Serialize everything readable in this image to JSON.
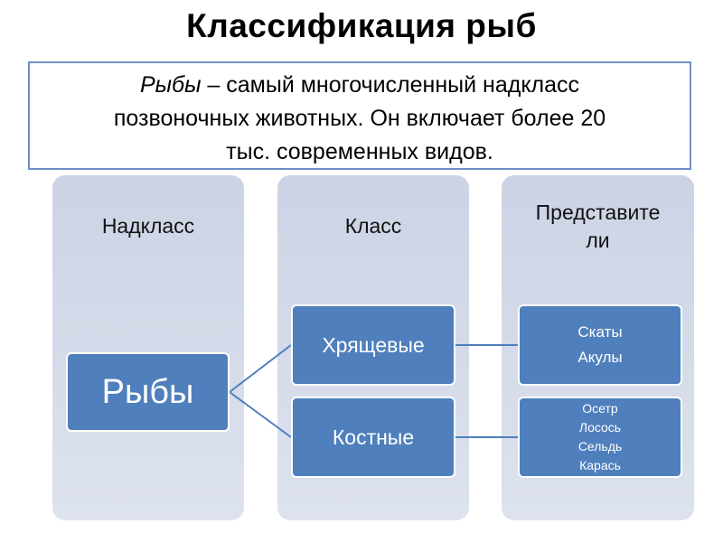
{
  "title": "Классификация рыб",
  "definition": {
    "term": "Рыбы",
    "line1_rest": " – самый многочисленный надкласс",
    "line2": "позвоночных животных. Он включает более 20",
    "line3": "тыс. современных видов."
  },
  "columns": [
    {
      "header": "Надкласс"
    },
    {
      "header": "Класс"
    },
    {
      "header_line1": "Представите",
      "header_line2": "ли"
    }
  ],
  "root": {
    "label": "Рыбы"
  },
  "classes": [
    {
      "label": "Хрящевые"
    },
    {
      "label": "Костные"
    }
  ],
  "representatives": [
    {
      "items": [
        "Скаты",
        "Акулы"
      ]
    },
    {
      "items": [
        "Осетр",
        "Лосось",
        "Сельдь",
        "Карась"
      ]
    }
  ],
  "colors": {
    "node_fill": "#4f7fbc",
    "column_fill": "#d3d9e8",
    "box_border": "#6d8fc7",
    "connector": "#4f7fbc"
  }
}
